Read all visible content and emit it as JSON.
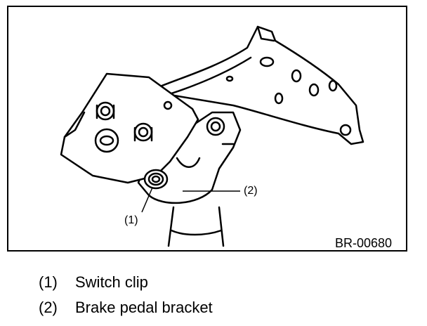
{
  "figure": {
    "code": "BR-00680",
    "callouts": [
      {
        "label": "(1)"
      },
      {
        "label": "(2)"
      }
    ]
  },
  "legend": [
    {
      "num": "(1)",
      "text": "Switch clip"
    },
    {
      "num": "(2)",
      "text": "Brake pedal bracket"
    }
  ]
}
